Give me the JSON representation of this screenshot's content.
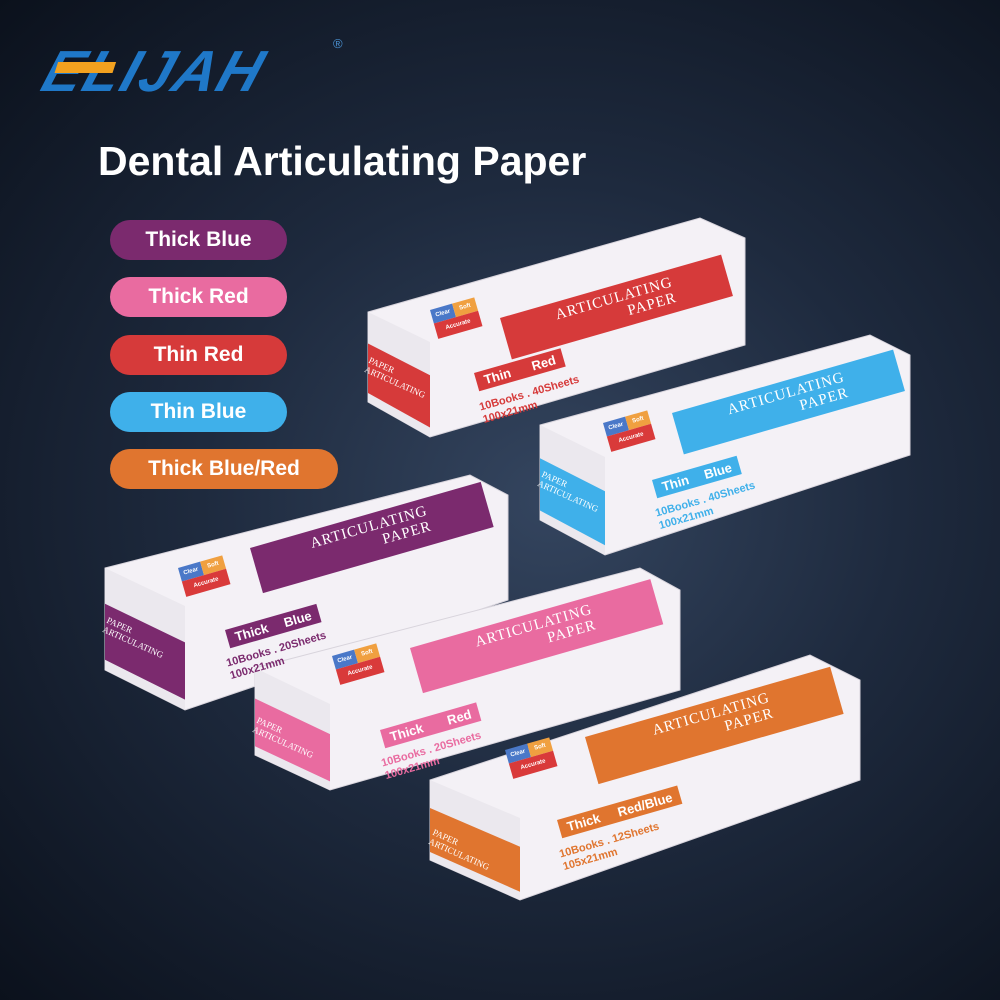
{
  "brand": {
    "logo_text": "ELIJAH",
    "registered": "®"
  },
  "title": "Dental Articulating Paper",
  "variants": [
    {
      "label": "Thick Blue",
      "color": "#7b2a6e"
    },
    {
      "label": "Thick Red",
      "color": "#e96ba0"
    },
    {
      "label": "Thin Red",
      "color": "#d63a3a"
    },
    {
      "label": "Thin Blue",
      "color": "#3fb0ea"
    },
    {
      "label": "Thick Blue/Red",
      "color": "#e0752f"
    }
  ],
  "badge": {
    "clear": "Clear",
    "soft": "Soft",
    "accurate": "Accurate"
  },
  "boxes": [
    {
      "band1": "ARTICULATING",
      "band2": "PAPER",
      "end1": "PAPER",
      "end2": "ARTICULATING",
      "thickness": "Thin",
      "color_name": "Red",
      "qty": "10Books . 40Sheets",
      "size": "100x21mm",
      "color": "#d63a3a"
    },
    {
      "band1": "ARTICULATING",
      "band2": "PAPER",
      "end1": "PAPER",
      "end2": "ARTICULATING",
      "thickness": "Thin",
      "color_name": "Blue",
      "qty": "10Books . 40Sheets",
      "size": "100x21mm",
      "color": "#3fb0ea"
    },
    {
      "band1": "ARTICULATING",
      "band2": "PAPER",
      "end1": "PAPER",
      "end2": "ARTICULATING",
      "thickness": "Thick",
      "color_name": "Blue",
      "qty": "10Books . 20Sheets",
      "size": "100x21mm",
      "color": "#7b2a6e"
    },
    {
      "band1": "ARTICULATING",
      "band2": "PAPER",
      "end1": "PAPER",
      "end2": "ARTICULATING",
      "thickness": "Thick",
      "color_name": "Red",
      "qty": "10Books . 20Sheets",
      "size": "100x21mm",
      "color": "#e96ba0"
    },
    {
      "band1": "ARTICULATING",
      "band2": "PAPER",
      "end1": "PAPER",
      "end2": "ARTICULATING",
      "thickness": "Thick",
      "color_name": "Red/Blue",
      "qty": "10Books . 12Sheets",
      "size": "105x21mm",
      "color": "#e0752f"
    }
  ]
}
